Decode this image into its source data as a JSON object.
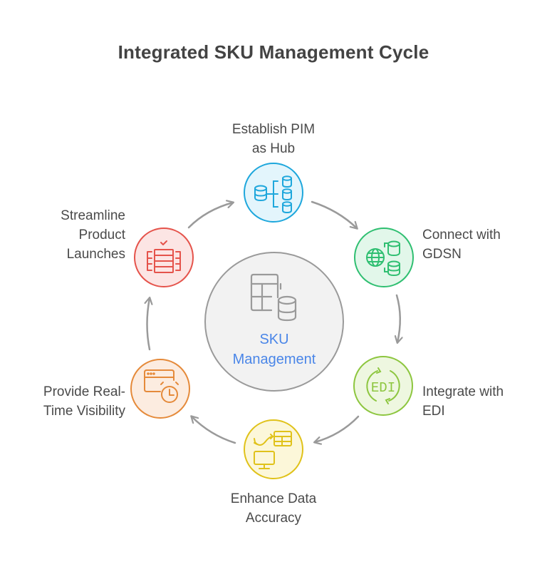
{
  "title": "Integrated SKU Management Cycle",
  "center": {
    "label_line1": "SKU",
    "label_line2": "Management",
    "icon": "table-database-icon",
    "color": "#9a9a9a",
    "fill": "#f2f2f2",
    "text_color": "#4a86e8"
  },
  "steps": [
    {
      "id": "establish-pim",
      "label_line1": "Establish PIM",
      "label_line2": "as Hub",
      "label_line3": "",
      "icon": "database-hierarchy-icon",
      "stroke": "#1ea7dc",
      "fill": "#e3f5fc"
    },
    {
      "id": "connect-gdsn",
      "label_line1": "Connect with",
      "label_line2": "GDSN",
      "label_line3": "",
      "icon": "globe-database-icon",
      "stroke": "#2fbf71",
      "fill": "#e2f7ea"
    },
    {
      "id": "integrate-edi",
      "label_line1": "Integrate with",
      "label_line2": "EDI",
      "label_line3": "",
      "icon": "edi-sync-icon",
      "stroke": "#8dc63f",
      "fill": "#eef7e0"
    },
    {
      "id": "enhance-accuracy",
      "label_line1": "Enhance Data",
      "label_line2": "Accuracy",
      "label_line3": "",
      "icon": "monitor-table-sync-icon",
      "stroke": "#e0c21a",
      "fill": "#fcf7d9"
    },
    {
      "id": "real-time-visibility",
      "label_line1": "Provide Real-",
      "label_line2": "Time Visibility",
      "label_line3": "",
      "icon": "browser-clock-icon",
      "stroke": "#e58a3a",
      "fill": "#fcece0"
    },
    {
      "id": "streamline-launches",
      "label_line1": "Streamline",
      "label_line2": "Product",
      "label_line3": "Launches",
      "icon": "server-check-icon",
      "stroke": "#e5534b",
      "fill": "#fce5e4"
    }
  ],
  "arrow_color": "#9a9a9a"
}
